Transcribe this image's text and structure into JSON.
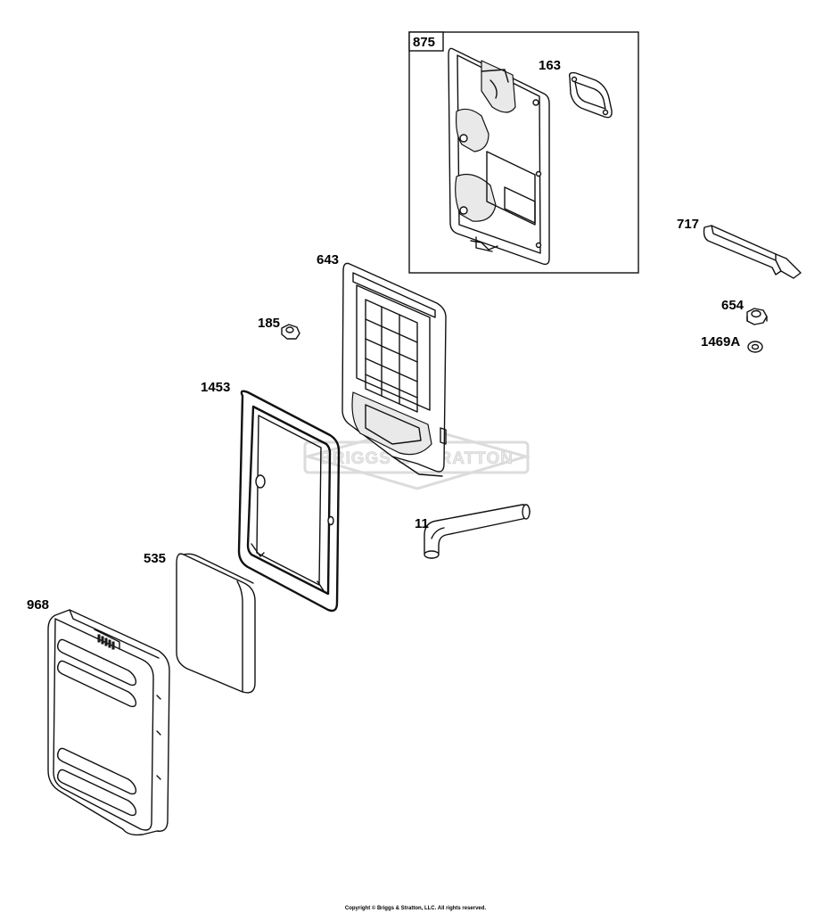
{
  "diagram": {
    "callouts": [
      {
        "id": "875",
        "label": "875"
      },
      {
        "id": "163",
        "label": "163"
      },
      {
        "id": "717",
        "label": "717"
      },
      {
        "id": "643",
        "label": "643"
      },
      {
        "id": "654",
        "label": "654"
      },
      {
        "id": "185",
        "label": "185"
      },
      {
        "id": "1469A",
        "label": "1469A"
      },
      {
        "id": "1453",
        "label": "1453"
      },
      {
        "id": "11",
        "label": "11"
      },
      {
        "id": "535",
        "label": "535"
      },
      {
        "id": "968",
        "label": "968"
      }
    ],
    "watermark": "BRIGGS & STRATTON",
    "copyright": "Copyright © Briggs & Stratton, LLC. All rights reserved."
  }
}
